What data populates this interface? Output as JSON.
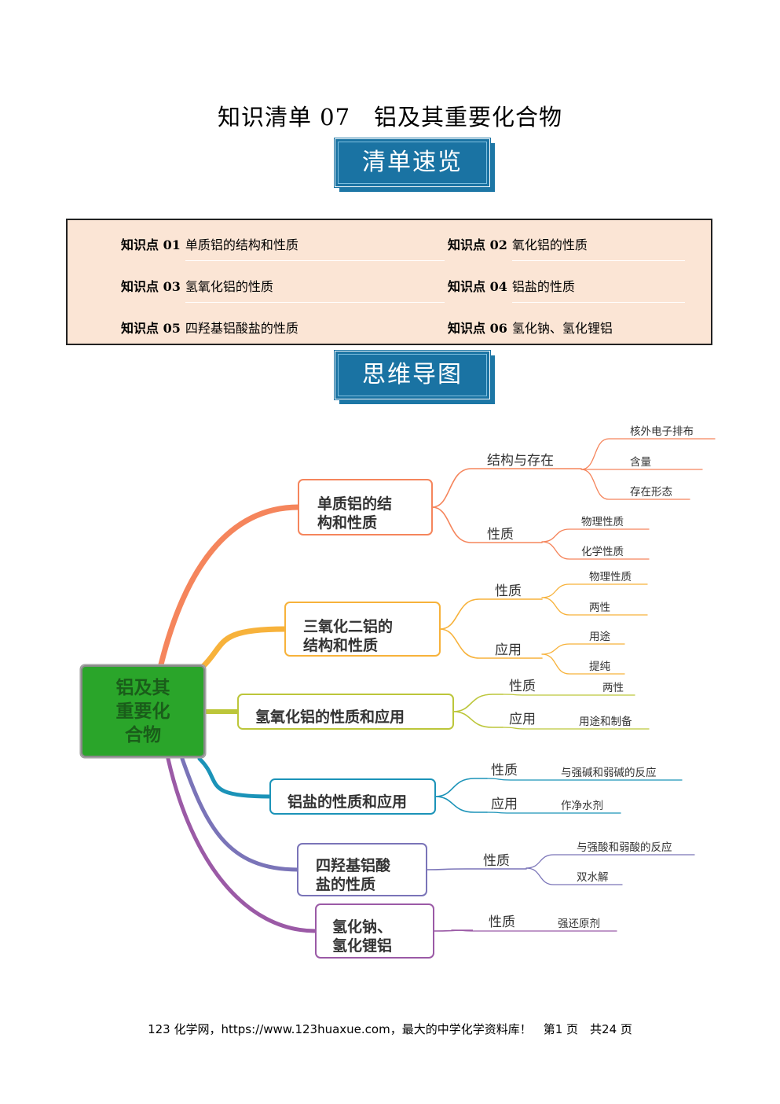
{
  "document": {
    "title": "知识清单 07　铝及其重要化合物",
    "banner_overview": "清单速览",
    "banner_mindmap": "思维导图"
  },
  "toc": {
    "items": [
      {
        "key": "知识点 01",
        "text": "单质铝的结构和性质"
      },
      {
        "key": "知识点 02",
        "text": "氧化铝的性质"
      },
      {
        "key": "知识点 03",
        "text": "氢氧化铝的性质"
      },
      {
        "key": "知识点 04",
        "text": "铝盐的性质"
      },
      {
        "key": "知识点 05",
        "text": "四羟基铝酸盐的性质"
      },
      {
        "key": "知识点 06",
        "text": "氢化钠、氢化锂铝"
      }
    ]
  },
  "mindmap": {
    "root": "铝及其重要化合物",
    "branches": [
      {
        "label": "单质铝的结构和性质",
        "color": "#f5855c",
        "children": [
          {
            "label": "结构与存在",
            "leaves": [
              "核外电子排布",
              "含量",
              "存在形态"
            ]
          },
          {
            "label": "性质",
            "leaves": [
              "物理性质",
              "化学性质"
            ]
          }
        ]
      },
      {
        "label": "三氧化二铝的结构和性质",
        "color": "#f7b23b",
        "children": [
          {
            "label": "性质",
            "leaves": [
              "物理性质",
              "两性"
            ]
          },
          {
            "label": "应用",
            "leaves": [
              "用途",
              "提纯"
            ]
          }
        ]
      },
      {
        "label": "氢氧化铝的性质和应用",
        "color": "#bcc63a",
        "children": [
          {
            "label": "性质",
            "leaves": [
              "两性"
            ]
          },
          {
            "label": "应用",
            "leaves": [
              "用途和制备"
            ]
          }
        ]
      },
      {
        "label": "铝盐的性质和应用",
        "color": "#1b93b8",
        "children": [
          {
            "label": "性质",
            "leaves": [
              "与强碱和弱碱的反应"
            ]
          },
          {
            "label": "应用",
            "leaves": [
              "作净水剂"
            ]
          }
        ]
      },
      {
        "label": "四羟基铝酸盐的性质",
        "color": "#7a74b8",
        "children": [
          {
            "label": "性质",
            "leaves": [
              "与强酸和弱酸的反应",
              "双水解"
            ]
          }
        ]
      },
      {
        "label": "氢化钠、氢化锂铝",
        "color": "#9b5aa6",
        "children": [
          {
            "label": "性质",
            "leaves": [
              "强还原剂"
            ]
          }
        ]
      }
    ]
  },
  "footer": {
    "text": "123 化学网，https://www.123huaxue.com，最大的中学化学资料库！　第1 页　共24 页"
  },
  "colors": {
    "banner": "#1a73a3",
    "toc_background": "#fbe5d5",
    "root_fill": "#2aa52a",
    "root_text": "#1a5d1a"
  }
}
